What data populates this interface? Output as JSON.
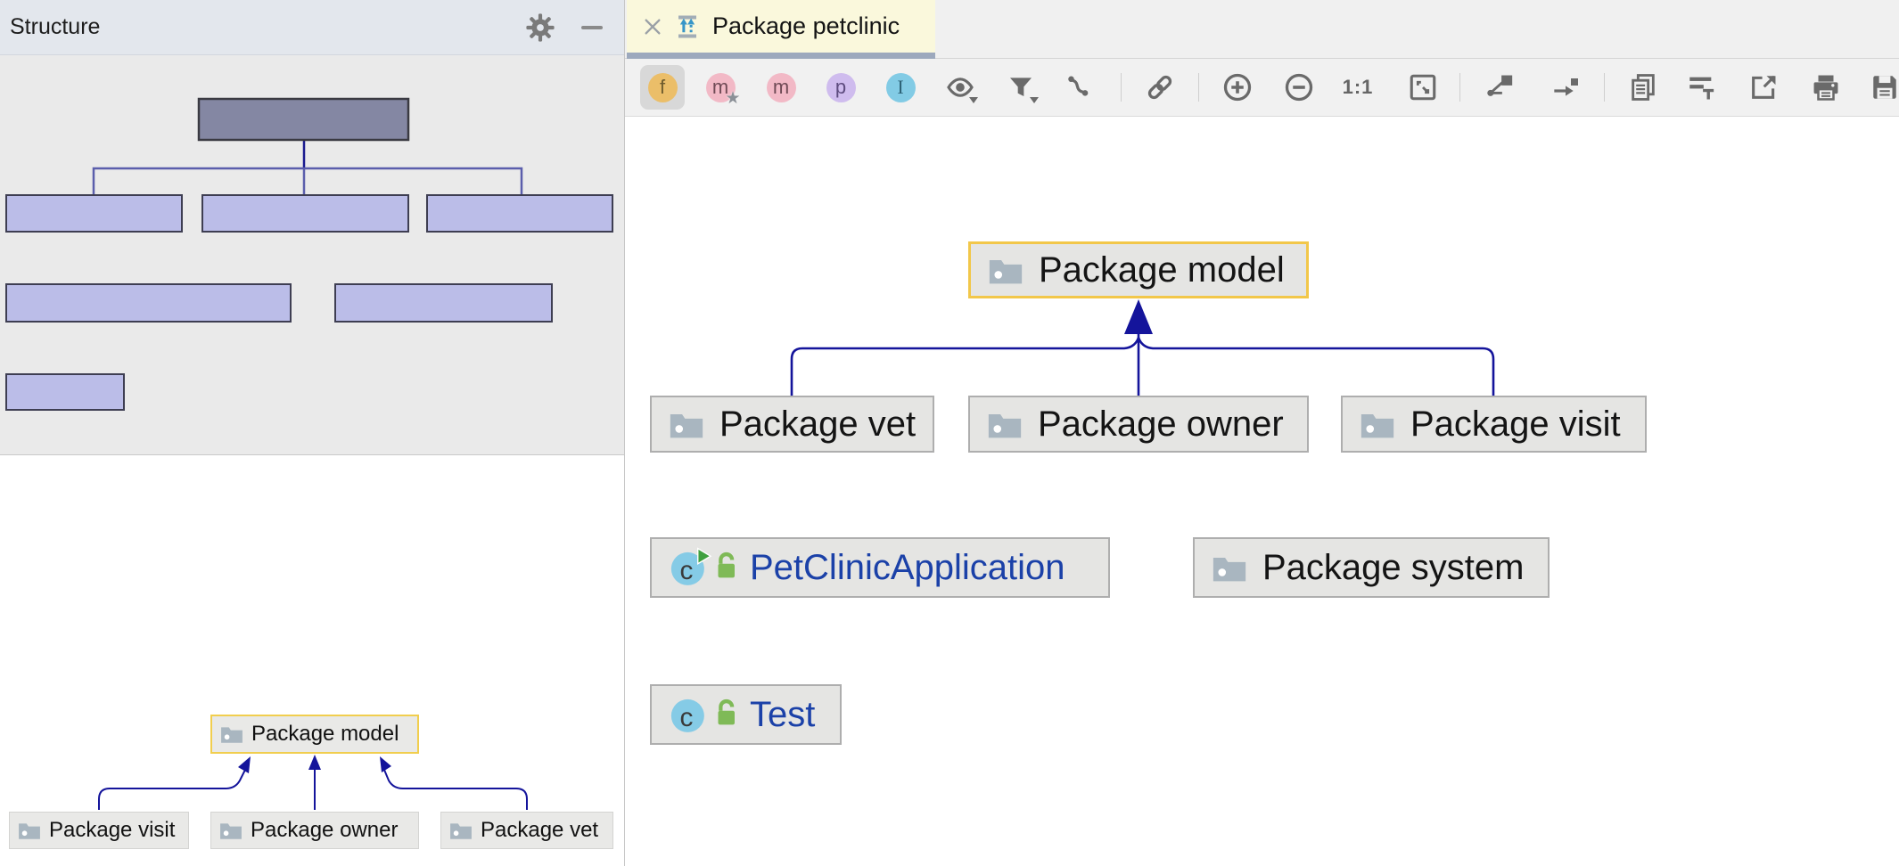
{
  "structure_panel": {
    "title": "Structure",
    "preview_nodes": [
      {
        "label": "Package model",
        "selected": true
      },
      {
        "label": "Package visit"
      },
      {
        "label": "Package owner"
      },
      {
        "label": "Package vet"
      }
    ]
  },
  "tab": {
    "label": "Package petclinic"
  },
  "toolbar": {
    "badges": [
      {
        "letter": "f",
        "selected": true
      },
      {
        "letter": "m",
        "star_glyph": "★"
      },
      {
        "letter": "m"
      },
      {
        "letter": "p"
      },
      {
        "letter": "I"
      }
    ],
    "zoom_ratio": "1:1"
  },
  "diagram": {
    "nodes": [
      {
        "label": "Package model",
        "type": "package",
        "selected": true
      },
      {
        "label": "Package vet",
        "type": "package"
      },
      {
        "label": "Package owner",
        "type": "package"
      },
      {
        "label": "Package visit",
        "type": "package"
      },
      {
        "label": "PetClinicApplication",
        "type": "class",
        "runnable": true,
        "public": true
      },
      {
        "label": "Package system",
        "type": "package"
      },
      {
        "label": "Test",
        "type": "class",
        "public": true
      }
    ],
    "edges": [
      {
        "from": "Package vet",
        "to": "Package model"
      },
      {
        "from": "Package owner",
        "to": "Package model"
      },
      {
        "from": "Package visit",
        "to": "Package model"
      }
    ]
  },
  "icons": {
    "class_letter": "c"
  },
  "colors": {
    "selection_border": "#F2C74A",
    "edge": "#14149B",
    "tab_background": "#FAF8DC",
    "tab_underline": "#9DA9BD",
    "minimap_node": "#BBBDE8",
    "minimap_node_selected": "#8487A3",
    "node_background": "#E5E5E3",
    "class_name_text": "#1B41A8"
  }
}
